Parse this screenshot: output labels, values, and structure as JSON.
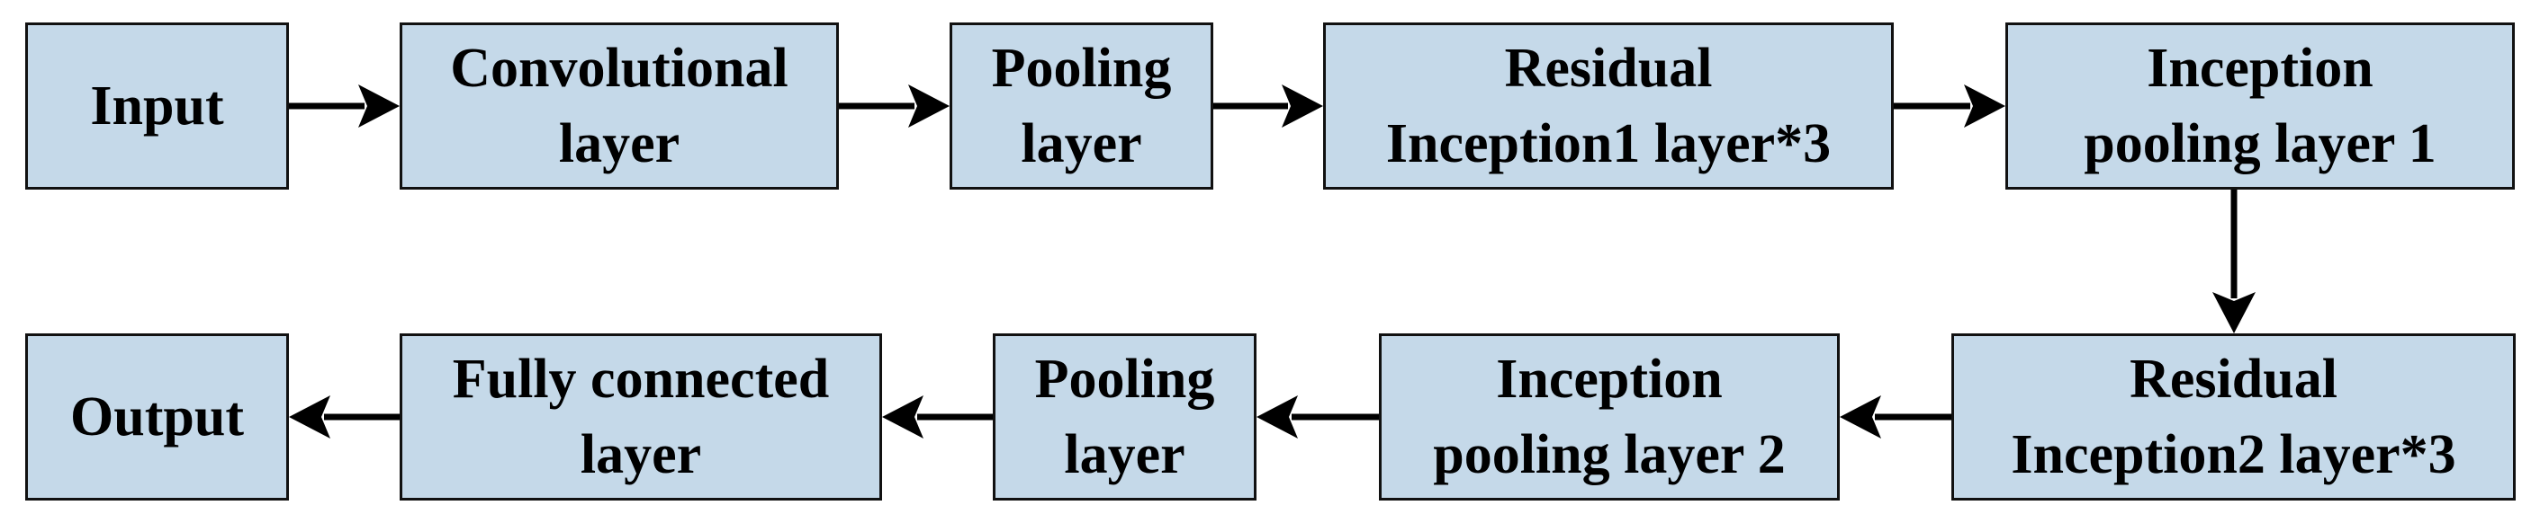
{
  "diagram": {
    "box_fill_color": "#c5d9e9",
    "border_color": "#111111",
    "arrow_color": "#000000",
    "blocks": {
      "input": "Input",
      "convolutional_layer": "Convolutional\nlayer",
      "pooling_layer_1": "Pooling\nlayer",
      "residual_inception1": "Residual\nInception1 layer*3",
      "inception_pooling_1": "Inception\npooling layer 1",
      "residual_inception2": "Residual\nInception2 layer*3",
      "inception_pooling_2": "Inception\npooling layer 2",
      "pooling_layer_2": "Pooling\nlayer",
      "fully_connected_layer": "Fully connected\nlayer",
      "output": "Output"
    },
    "flow": [
      "input",
      "convolutional_layer",
      "pooling_layer_1",
      "residual_inception1",
      "inception_pooling_1",
      "residual_inception2",
      "inception_pooling_2",
      "pooling_layer_2",
      "fully_connected_layer",
      "output"
    ]
  }
}
